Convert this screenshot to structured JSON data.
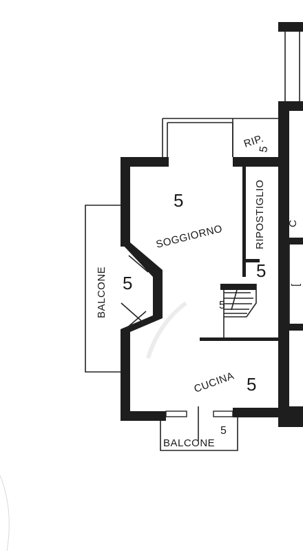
{
  "floorplan": {
    "rooms": {
      "soggiorno": {
        "label": "SOGGIORNO",
        "number": "5"
      },
      "ripostiglio": {
        "label": "RIPOSTIGLIO",
        "number": "5"
      },
      "rip": {
        "label": "RIP.",
        "number": "5"
      },
      "cucina": {
        "label": "CUCINA",
        "number": "5"
      },
      "balcone_left": {
        "label": "BALCONE",
        "number": "5"
      },
      "balcone_bottom": {
        "label": "BALCONE",
        "number": "5"
      }
    },
    "edge_fragments": {
      "right_upper": "C",
      "right_mid": "["
    },
    "stair_marker": "5"
  }
}
